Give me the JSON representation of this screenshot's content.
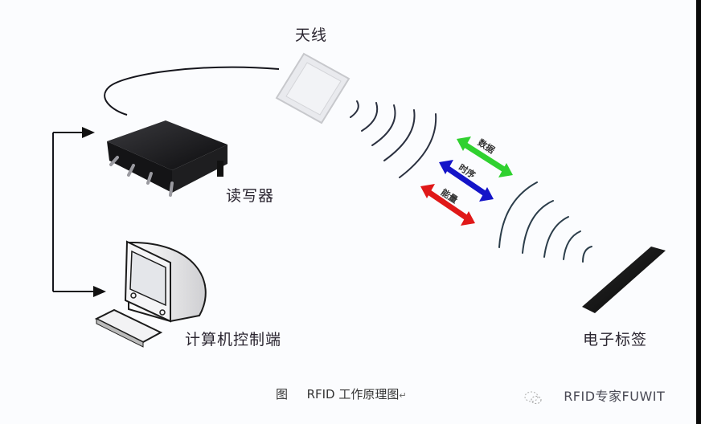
{
  "labels": {
    "antenna": "天线",
    "reader": "读写器",
    "computer": "计算机控制端",
    "tag": "电子标签"
  },
  "signals": [
    {
      "label": "数据",
      "color": "#2fd12f"
    },
    {
      "label": "时序",
      "color": "#1414c8"
    },
    {
      "label": "能量",
      "color": "#e01818"
    }
  ],
  "caption": {
    "prefix": "图",
    "text": "RFID 工作原理图",
    "return_mark": "↵"
  },
  "watermark": {
    "text": "RFID专家FUWIT"
  },
  "colors": {
    "background": "#fbfcfe",
    "line": "#1a1a22",
    "wave": "#2a3345"
  }
}
